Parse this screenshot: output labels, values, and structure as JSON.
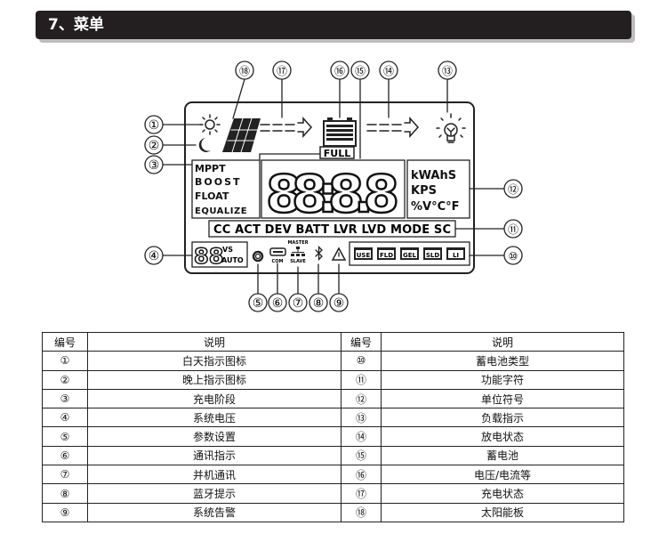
{
  "header": {
    "title": "7、菜单"
  },
  "lcd": {
    "callouts": [
      "①",
      "②",
      "③",
      "④",
      "⑤",
      "⑥",
      "⑦",
      "⑧",
      "⑨",
      "⑩",
      "⑪",
      "⑫",
      "⑬",
      "⑭",
      "⑮",
      "⑯",
      "⑰",
      "⑱"
    ],
    "full_label": "FULL",
    "stages": [
      "MPPT",
      "BOOST",
      "FLOAT",
      "EQUALIZE"
    ],
    "digits": "88:8.8",
    "units": [
      "kWAhS",
      "KPS",
      "%V°C°F"
    ],
    "functions": "CC ACT DEV BATT LVR LVD MODE SC",
    "voltage_digits": "88",
    "voltage_labels": [
      "VS",
      "AUTO"
    ],
    "com_label": "COM",
    "master_label": "MASTER",
    "slave_label": "SLAVE",
    "battery_types": [
      "USE",
      "FLD",
      "GEL",
      "SLD",
      "LI"
    ]
  },
  "table": {
    "headers": [
      "编号",
      "说明",
      "编号",
      "说明"
    ],
    "rows": [
      [
        "①",
        "白天指示图标",
        "⑩",
        "蓄电池类型"
      ],
      [
        "②",
        "晚上指示图标",
        "⑪",
        "功能字符"
      ],
      [
        "③",
        "充电阶段",
        "⑫",
        "单位符号"
      ],
      [
        "④",
        "系统电压",
        "⑬",
        "负载指示"
      ],
      [
        "⑤",
        "参数设置",
        "⑭",
        "放电状态"
      ],
      [
        "⑥",
        "通讯指示",
        "⑮",
        "蓄电池"
      ],
      [
        "⑦",
        "并机通讯",
        "⑯",
        "电压/电流等"
      ],
      [
        "⑧",
        "蓝牙提示",
        "⑰",
        "充电状态"
      ],
      [
        "⑨",
        "系统告警",
        "⑱",
        "太阳能板"
      ]
    ]
  }
}
